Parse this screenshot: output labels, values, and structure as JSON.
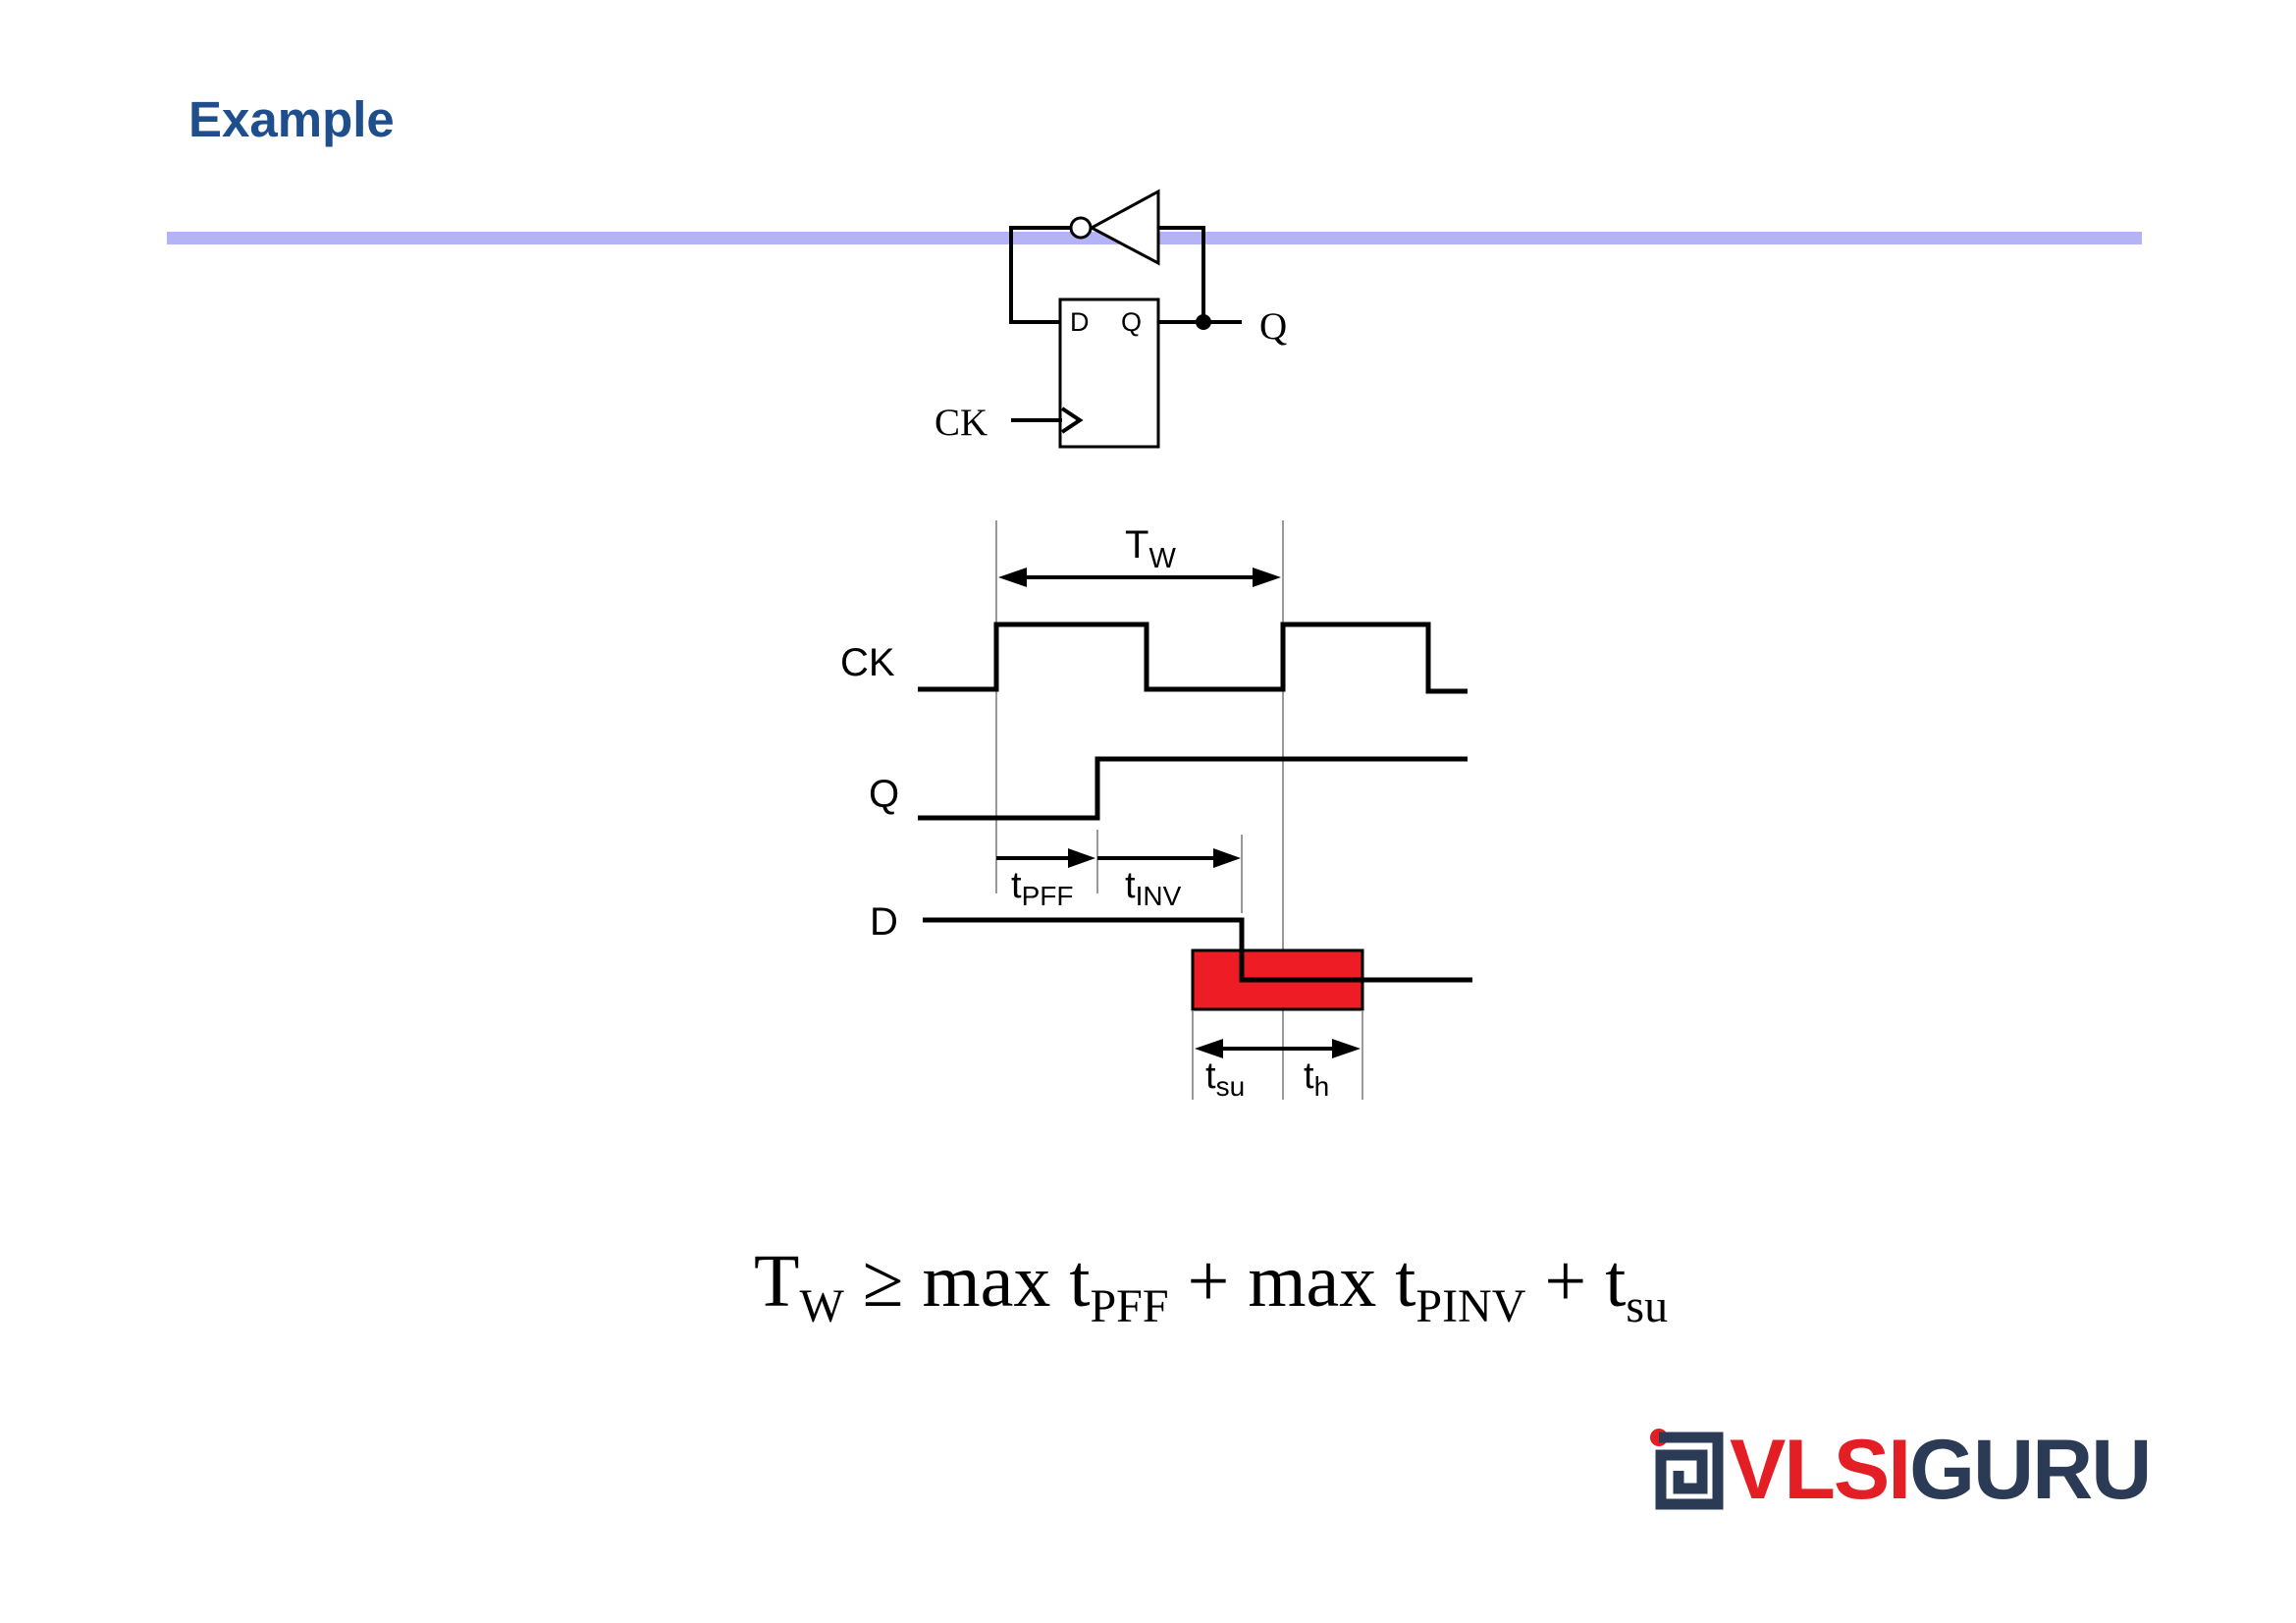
{
  "slide": {
    "title": "Example"
  },
  "circuit": {
    "ff_d_label": "D",
    "ff_q_label": "Q",
    "clock_input_label": "CK",
    "output_label": "Q"
  },
  "timing": {
    "period_label": {
      "main": "T",
      "sub": "W"
    },
    "signals": [
      "CK",
      "Q",
      "D"
    ],
    "intervals": [
      {
        "main": "t",
        "sub": "PFF"
      },
      {
        "main": "t",
        "sub": "INV"
      },
      {
        "main": "t",
        "sub": "su"
      },
      {
        "main": "t",
        "sub": "h"
      }
    ],
    "window_color": "#ee1c24"
  },
  "formula": {
    "t": "T",
    "t_sub": "W",
    "op_ge": "≥",
    "max1": "max t",
    "pff_sub": "PFF",
    "plus1": "+",
    "max2": "max t",
    "pinv_sub": "PINV",
    "plus2": "+",
    "tsu": "t",
    "tsu_sub": "su"
  },
  "logo": {
    "part1": "VLSI",
    "part2": "GURU",
    "color1": "#e31e24",
    "color2": "#2b3a55"
  }
}
